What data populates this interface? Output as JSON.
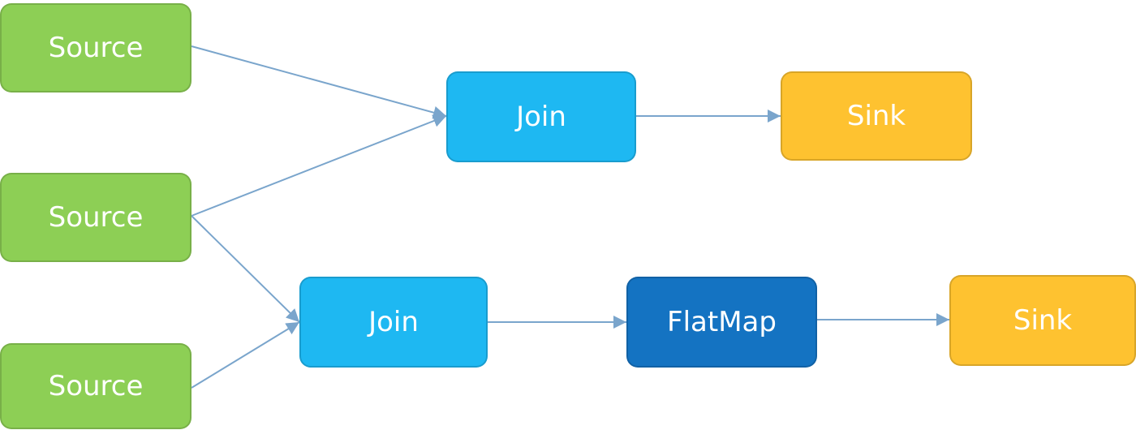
{
  "diagram": {
    "colors": {
      "source": "#8dcf55",
      "join": "#1eb8f2",
      "flatmap": "#1473c2",
      "sink": "#fec230",
      "edge": "#7aa5cc"
    },
    "nodes": [
      {
        "id": "source1",
        "label": "Source",
        "kind": "source"
      },
      {
        "id": "source2",
        "label": "Source",
        "kind": "source"
      },
      {
        "id": "source3",
        "label": "Source",
        "kind": "source"
      },
      {
        "id": "join1",
        "label": "Join",
        "kind": "join"
      },
      {
        "id": "sink1",
        "label": "Sink",
        "kind": "sink"
      },
      {
        "id": "join2",
        "label": "Join",
        "kind": "join"
      },
      {
        "id": "flatmap",
        "label": "FlatMap",
        "kind": "flatmap"
      },
      {
        "id": "sink2",
        "label": "Sink",
        "kind": "sink"
      }
    ],
    "edges": [
      {
        "from": "source1",
        "to": "join1"
      },
      {
        "from": "source2",
        "to": "join1"
      },
      {
        "from": "source2",
        "to": "join2"
      },
      {
        "from": "source3",
        "to": "join2"
      },
      {
        "from": "join1",
        "to": "sink1"
      },
      {
        "from": "join2",
        "to": "flatmap"
      },
      {
        "from": "flatmap",
        "to": "sink2"
      }
    ]
  }
}
